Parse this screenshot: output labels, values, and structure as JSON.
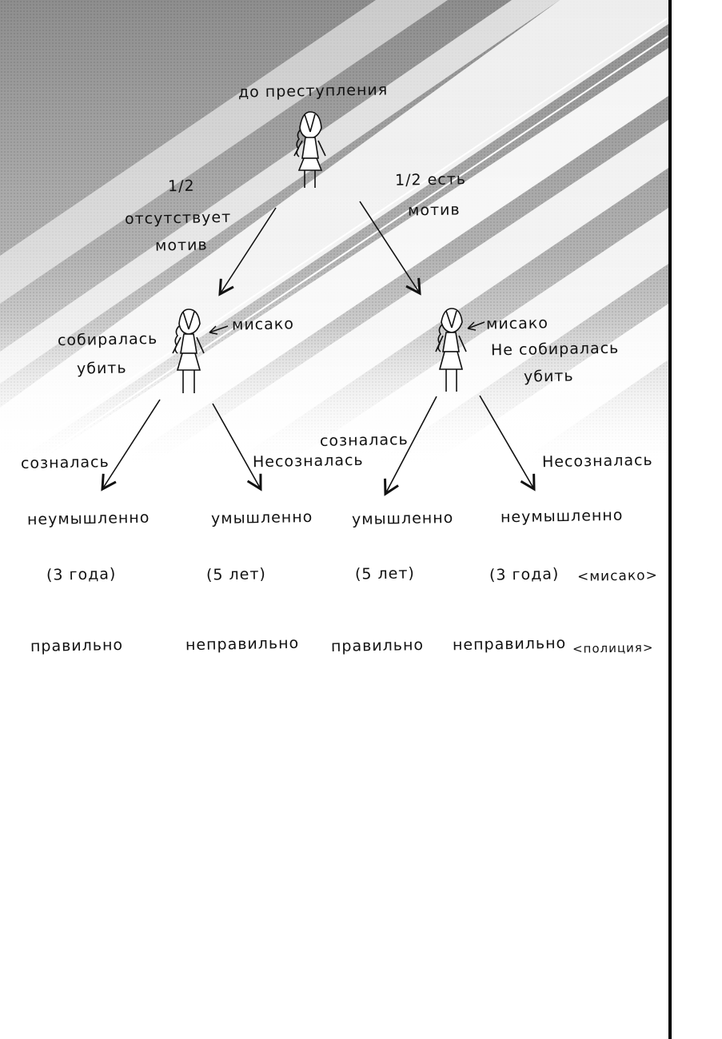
{
  "root": {
    "label": "до преступления",
    "branch_left": {
      "fraction": "1/2",
      "text1": "отсутствует",
      "text2": "мотив"
    },
    "branch_right": {
      "text1": "1/2 есть",
      "text2": "мотив"
    }
  },
  "left_node": {
    "name": "мисако",
    "desc1": "собиралась",
    "desc2": "убить",
    "branch_left": "созналась",
    "branch_right": "Несозналась"
  },
  "right_node": {
    "name": "мисако",
    "desc1": "Не собиралась",
    "desc2": "убить",
    "branch_left": "созналась",
    "branch_right": "Несозналась"
  },
  "outcomes": [
    {
      "verdict": "неумышленно",
      "term": "(3 года)",
      "judgement": "правильно"
    },
    {
      "verdict": "умышленно",
      "term": "(5 лет)",
      "judgement": "неправильно"
    },
    {
      "verdict": "умышленно",
      "term": "(5 лет)",
      "judgement": "правильно"
    },
    {
      "verdict": "неумышленно",
      "term": "(3 года)",
      "judgement": "неправильно"
    }
  ],
  "notes": {
    "misako": "<мисако>",
    "police": "<полиция>"
  },
  "colors": {
    "ink": "#111111",
    "screentone_dark": "#9a9a9a",
    "screentone_light": "#e6e6e6",
    "paper": "#ffffff"
  }
}
